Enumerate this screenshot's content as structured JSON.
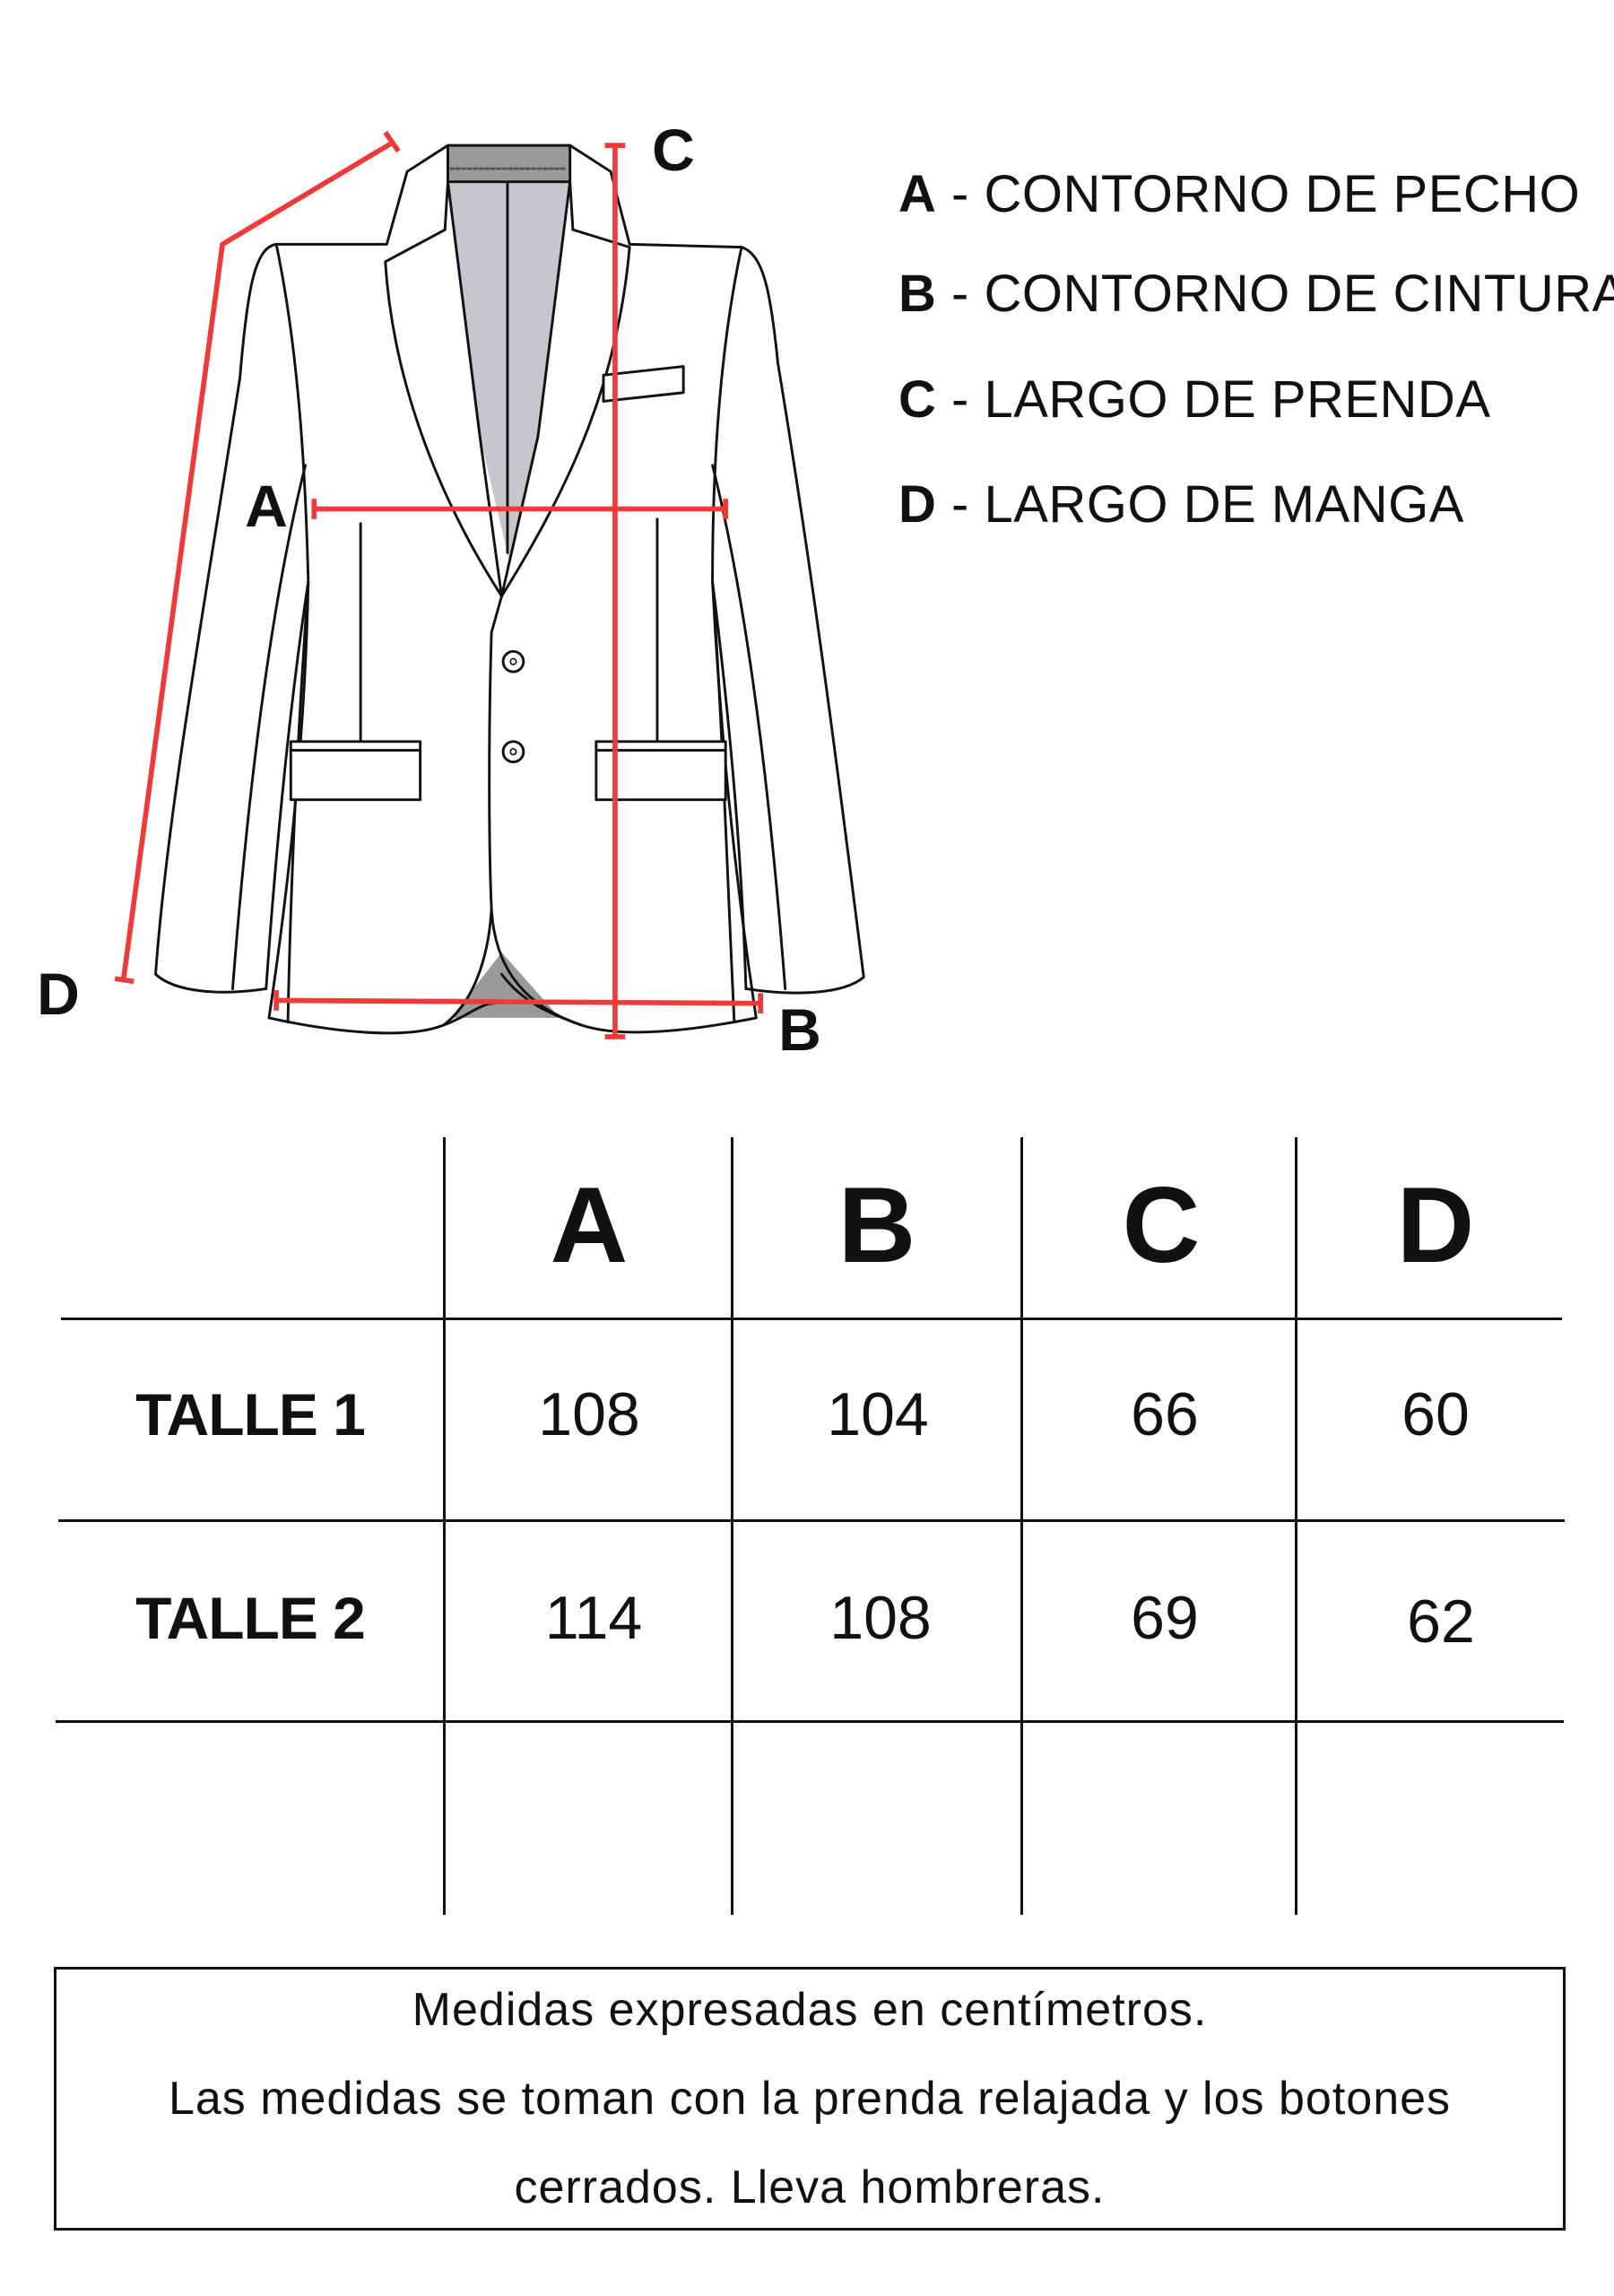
{
  "diagram": {
    "markers": {
      "A": "A",
      "B": "B",
      "C": "C",
      "D": "D"
    },
    "colors": {
      "measure_line": "#f03a3a",
      "lining": "#c6c7cb",
      "collar": "#9a9a9a"
    }
  },
  "legend": [
    {
      "key": "A",
      "sep": " - ",
      "label": "CONTORNO DE PECHO"
    },
    {
      "key": "B",
      "sep": " - ",
      "label": "CONTORNO DE CINTURA"
    },
    {
      "key": "C",
      "sep": " - ",
      "label": "LARGO DE PRENDA"
    },
    {
      "key": "D",
      "sep": " - ",
      "label": "LARGO DE MANGA"
    }
  ],
  "table": {
    "headers": [
      "A",
      "B",
      "C",
      "D"
    ],
    "rows": [
      {
        "label": "TALLE 1",
        "values": [
          "108",
          "104",
          "66",
          "60"
        ]
      },
      {
        "label": "TALLE 2",
        "values": [
          "114",
          "108",
          "69",
          "62"
        ]
      }
    ]
  },
  "note": {
    "lines": [
      "Medidas expresadas en centímetros.",
      "Las medidas se toman con la prenda relajada y los botones",
      "cerrados. Lleva hombreras."
    ]
  }
}
